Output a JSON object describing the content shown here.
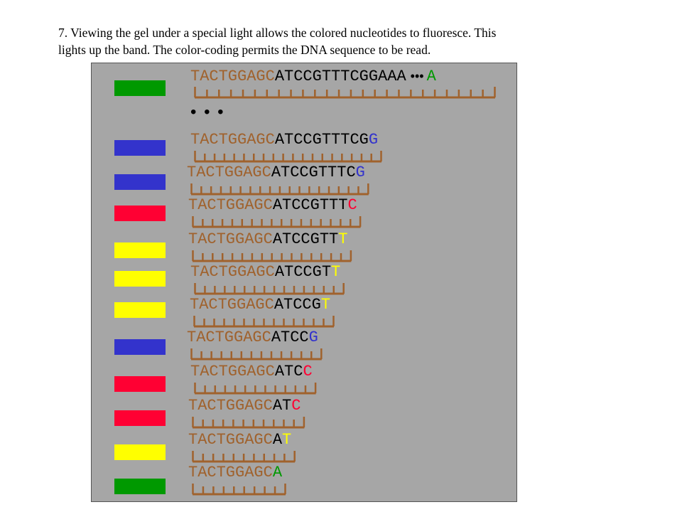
{
  "caption": {
    "line1": "7.  Viewing the gel under a special light allows the colored nucleotides to fluoresce. This",
    "line2": "lights up the band.  The color-coding permits the DNA sequence to be read."
  },
  "colors": {
    "primer": "#a0622d",
    "black": "#000000",
    "A": "#009900",
    "G": "#3333cc",
    "C": "#ff0033",
    "T": "#ffff00",
    "comb": "#a0622d",
    "gel": "#a6a6a6"
  },
  "ellipsis_inline": "•••",
  "ellipsis_row": "• • •",
  "primer": "TACTGGAGC",
  "strands": [
    {
      "body": "ATCCGTTTCGGAAA",
      "end": "A",
      "gap": true
    },
    {
      "body": "ATCCGTTTCG",
      "end": "G"
    },
    {
      "body": "ATCCGTTTC",
      "end": "G"
    },
    {
      "body": "ATCCGTTT",
      "end": "C"
    },
    {
      "body": "ATCCGTT",
      "end": "T"
    },
    {
      "body": "ATCCGT",
      "end": "T"
    },
    {
      "body": "ATCCG",
      "end": "T"
    },
    {
      "body": "ATCC",
      "end": "G"
    },
    {
      "body": "ATC",
      "end": "C"
    },
    {
      "body": "AT",
      "end": "C"
    },
    {
      "body": "A",
      "end": "T"
    },
    {
      "body": "",
      "end": "A"
    }
  ],
  "bands": [
    "A",
    "G",
    "G",
    "C",
    "T",
    "T",
    "T",
    "G",
    "C",
    "C",
    "T",
    "A"
  ]
}
